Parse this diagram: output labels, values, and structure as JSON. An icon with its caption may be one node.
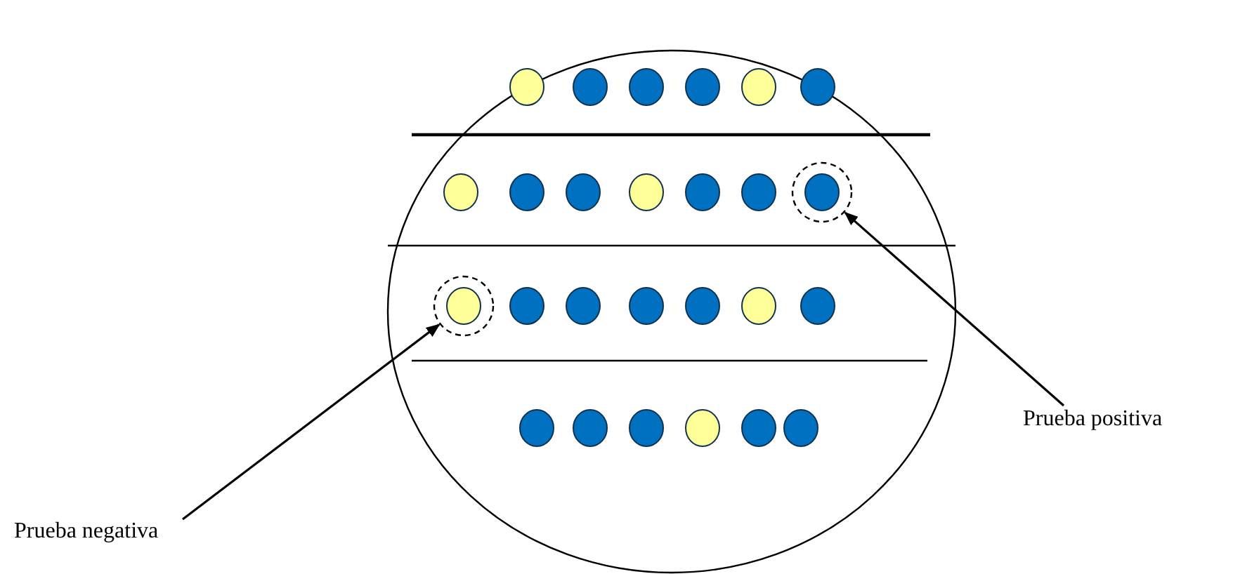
{
  "diagram": {
    "nodes": [
      {
        "text": [],
        "shape": "circle"
      },
      {
        "text": [
          "Prueba positiva"
        ]
      },
      {
        "text": [],
        "shape": "circle"
      },
      {
        "text": [
          "Prueba negativa"
        ]
      }
    ],
    "edges": [
      {
        "from": 1,
        "to": 0,
        "arrow": "to"
      },
      {
        "from": 3,
        "to": 2,
        "arrow": "to"
      }
    ]
  }
}
